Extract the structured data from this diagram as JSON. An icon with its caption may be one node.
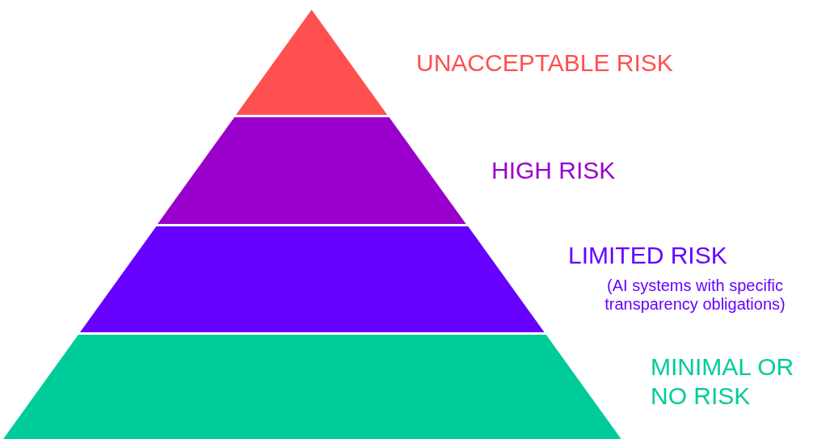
{
  "diagram": {
    "nodes": [
      {
        "text": [
          "UNACCEPTABLE RISK"
        ]
      },
      {
        "text": [
          "HIGH RISK"
        ]
      },
      {
        "text": [
          "LIMITED RISK",
          "(AI systems with specific transparency obligations)"
        ]
      },
      {
        "text": [
          "MINIMAL OR NO RISK"
        ]
      }
    ]
  }
}
